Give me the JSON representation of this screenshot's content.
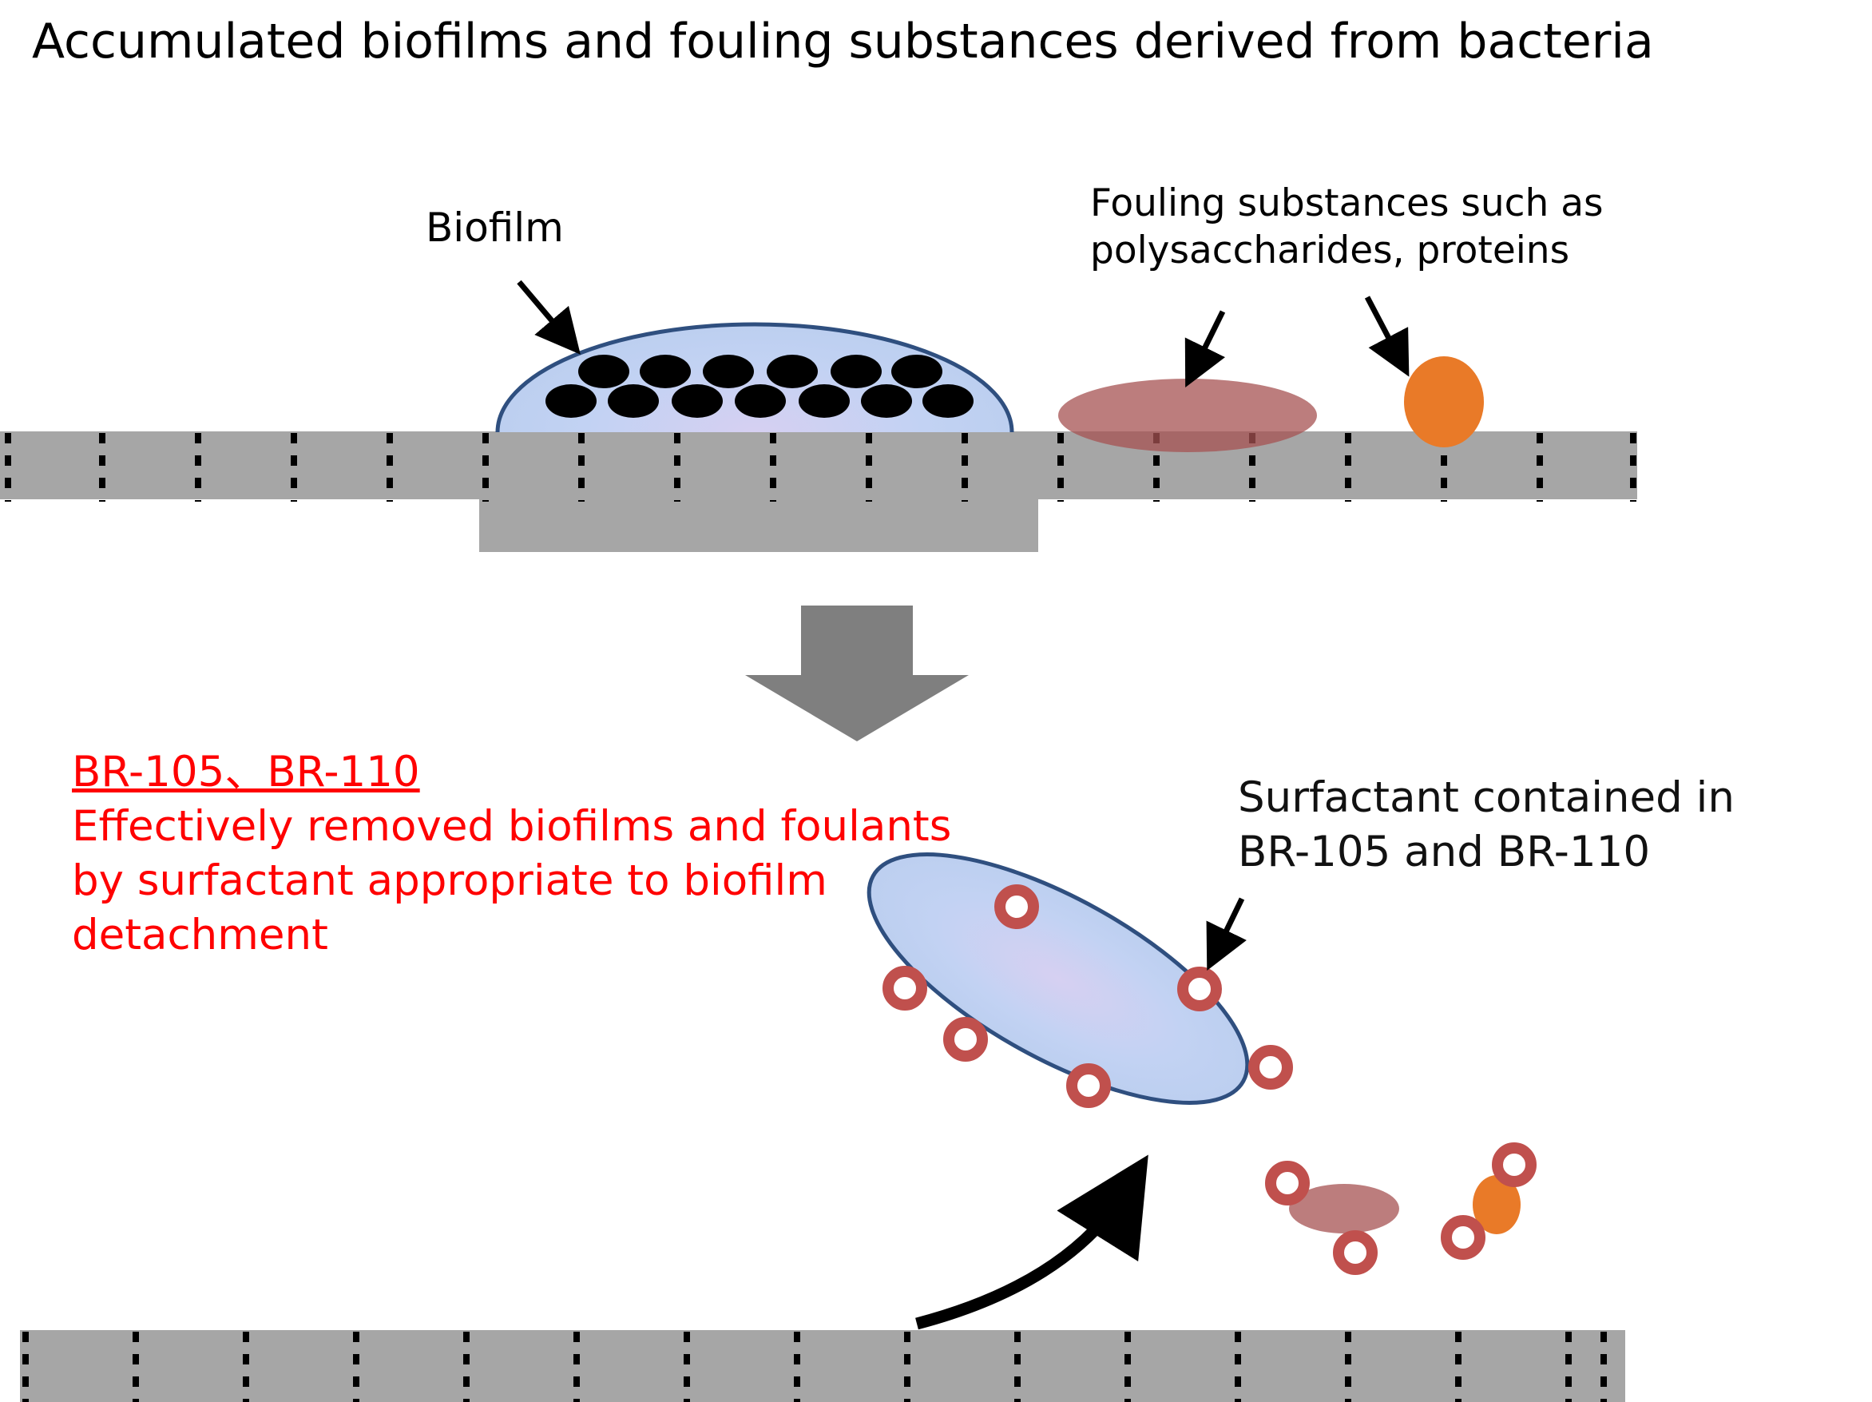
{
  "title": "Accumulated biofilms and fouling substances derived from bacteria",
  "labels": {
    "biofilm": "Biofilm",
    "fouling_line1": "Fouling substances such as",
    "fouling_line2": "polysaccharides, proteins",
    "surfactant_line1": "Surfactant contained in",
    "surfactant_line2": "BR-105 and BR-110"
  },
  "result": {
    "heading": "BR-105、BR-110",
    "line1": "Effectively removed biofilms and foulants",
    "line2": "by surfactant appropriate to biofilm",
    "line3": "detachment"
  },
  "colors": {
    "membrane": "#a6a6a6",
    "biofilm_fill": "#c5d2f2",
    "biofilm_edge": "#2f4f7f",
    "polysaccharide": "#a55252",
    "protein": "#e97a28",
    "surfactant": "#c0504d",
    "process_arrow": "#7f7f7f",
    "result_text": "#ff0000"
  }
}
